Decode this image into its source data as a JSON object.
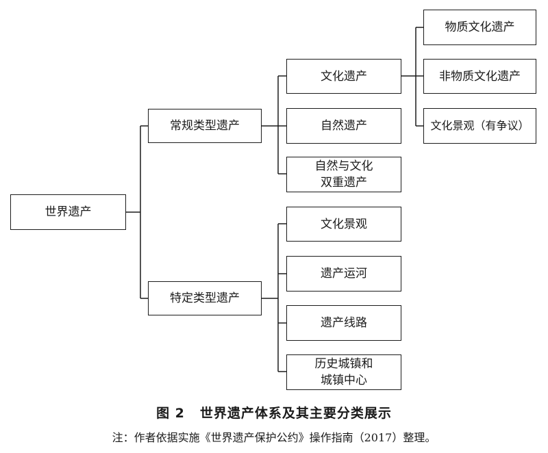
{
  "diagram": {
    "root": "世界遗产",
    "branch_regular": {
      "label": "常规类型遗产",
      "children": {
        "cultural": "文化遗产",
        "natural": "自然遗产",
        "mixed_line1": "自然与文化",
        "mixed_line2": "双重遗产"
      },
      "cultural_children": {
        "tangible": "物质文化遗产",
        "intangible": "非物质文化遗产",
        "landscape_disputed": "文化景观（有争议）"
      }
    },
    "branch_specific": {
      "label": "特定类型遗产",
      "children": {
        "landscape": "文化景观",
        "canal": "遗产运河",
        "route": "遗产线路",
        "towns_line1": "历史城镇和",
        "towns_line2": "城镇中心"
      }
    }
  },
  "caption": {
    "number": "图 2",
    "title": "世界遗产体系及其主要分类展示"
  },
  "note": "注：作者依据实施《世界遗产保护公约》操作指南（2017）整理。"
}
